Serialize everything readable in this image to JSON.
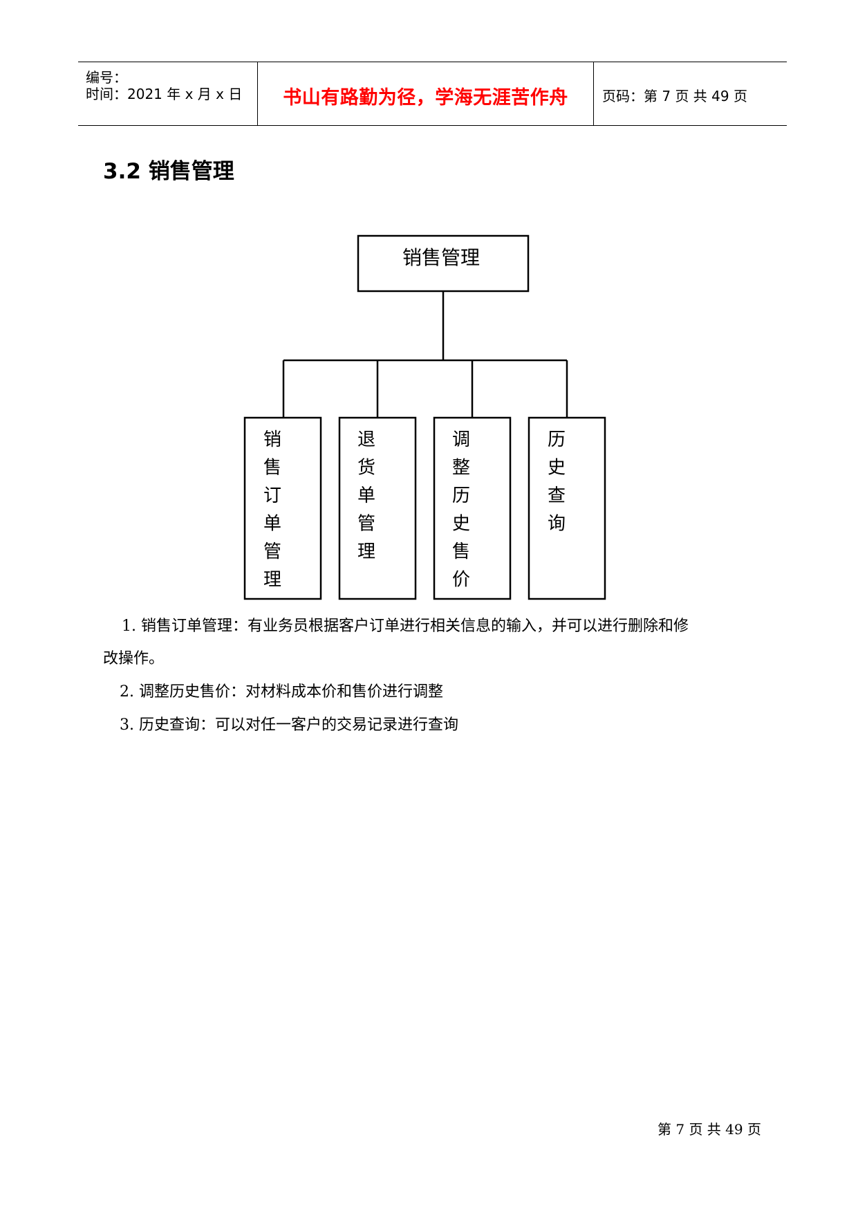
{
  "header": {
    "number_label": "编号：",
    "time_label": "时间：2021 年 x 月 x 日",
    "motto": "书山有路勤为径，学海无涯苦作舟",
    "page_code": "页码：第 7 页  共 49 页"
  },
  "section": {
    "title": "3.2  销售管理"
  },
  "diagram": {
    "root": "销售管理",
    "children": [
      {
        "label": "销售订单管理"
      },
      {
        "label": "退货单管理"
      },
      {
        "label": "调整历史售价"
      },
      {
        "label": "历史查询"
      }
    ]
  },
  "paragraphs": {
    "p1_line1": "1. 销售订单管理：有业务员根据客户订单进行相关信息的输入，并可以进行删除和修",
    "p1_line2": "改操作。",
    "p2": "2. 调整历史售价：对材料成本价和售价进行调整",
    "p3": "3. 历史查询：可以对任一客户的交易记录进行查询"
  },
  "footer": {
    "text": "第 7 页 共 49 页"
  }
}
